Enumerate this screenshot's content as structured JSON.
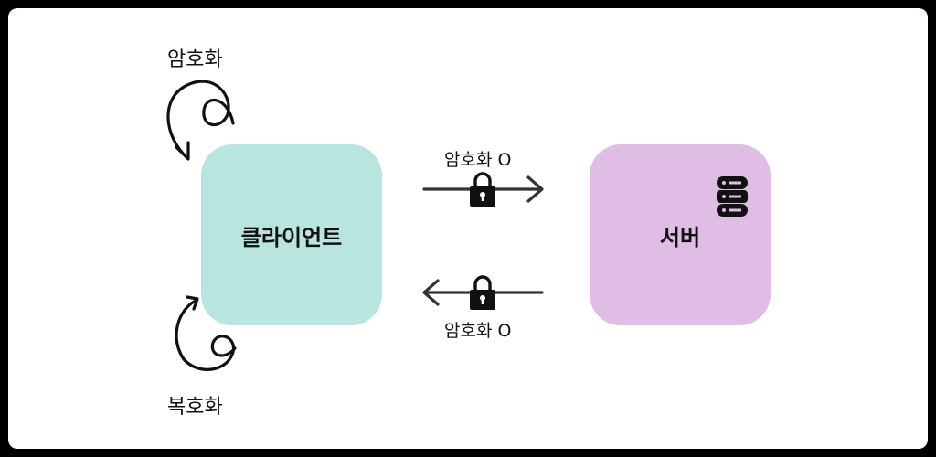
{
  "client": {
    "label": "클라이언트"
  },
  "server": {
    "label": "서버",
    "icon": "database-icon"
  },
  "loops": {
    "encrypt_label": "암호화",
    "decrypt_label": "복호화"
  },
  "arrows": {
    "to_server_label": "암호화 O",
    "to_client_label": "암호화 O",
    "icon": "lock-icon"
  },
  "colors": {
    "client_fill": "#b8e6df",
    "server_fill": "#dfbde4",
    "arrow": "#333333"
  }
}
